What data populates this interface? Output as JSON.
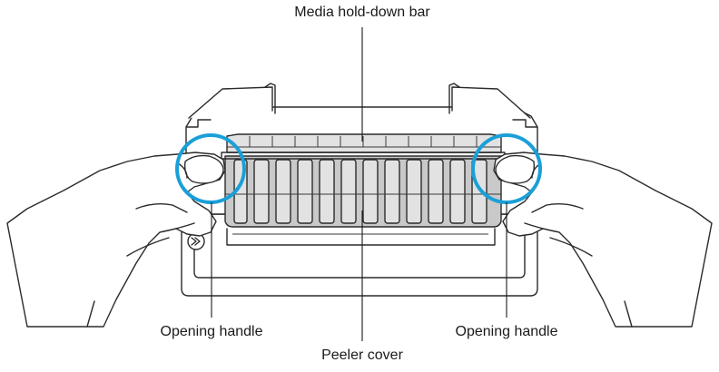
{
  "labels": {
    "top": "Media hold-down bar",
    "left": "Opening handle",
    "right": "Opening handle",
    "bottom": "Peeler cover"
  },
  "colors": {
    "circle_highlight": "#1a9fd8",
    "line": "#2b2b2b",
    "cover_fill": "#c9c9c9"
  },
  "icons": {
    "feed_icon": "double-chevron-right-icon"
  }
}
